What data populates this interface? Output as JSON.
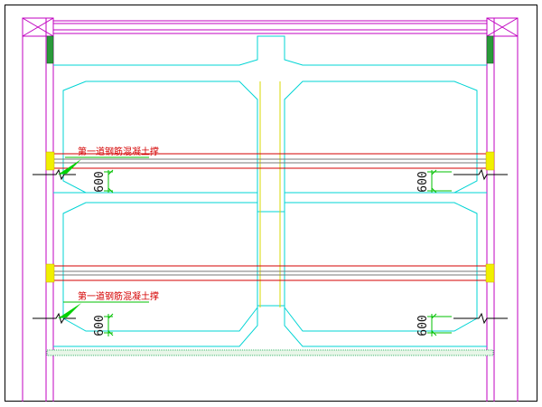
{
  "colors": {
    "frame": "#000000",
    "wall": "#c000c0",
    "outline": "#00d4d4",
    "strut": "#d40000",
    "strut_chord": "#777777",
    "dimension": "#00c000",
    "column": "#d8d800",
    "wale": "#f0f000",
    "fill_green": "#2a9a3a",
    "note_text": "#d40000",
    "arrow": "#00d000"
  },
  "notes": {
    "upper": "第一道钢筋混凝土撑",
    "lower": "第一道钢筋混凝土撑"
  },
  "dimensions": {
    "ul": "600",
    "ur": "600",
    "ll": "600",
    "lr": "600"
  }
}
